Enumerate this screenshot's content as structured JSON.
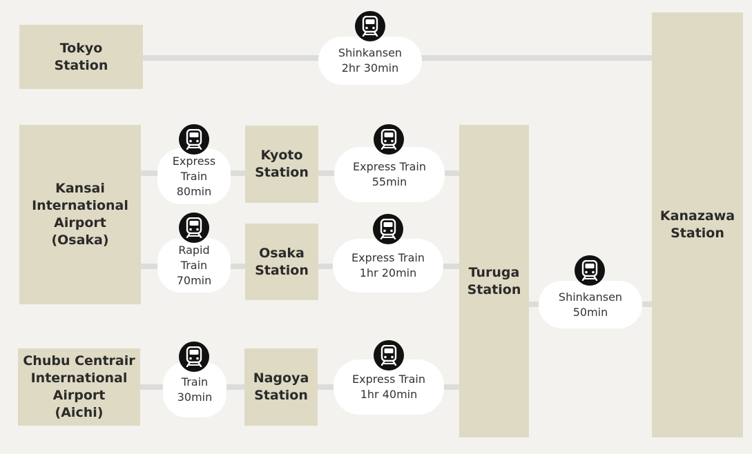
{
  "stations": {
    "tokyo": "Tokyo\nStation",
    "kansai": "Kansai\nInternational\nAirport\n(Osaka)",
    "chubu": "Chubu Centrair\nInternational\nAirport\n(Aichi)",
    "kyoto": "Kyoto\nStation",
    "osaka": "Osaka\nStation",
    "nagoya": "Nagoya\nStation",
    "turuga": "Turuga\nStation",
    "kanazawa": "Kanazawa\nStation"
  },
  "routes": {
    "tokyo_kanazawa": "Shinkansen\n2hr 30min",
    "kansai_kyoto": "Express\nTrain\n80min",
    "kyoto_turuga": "Express Train\n55min",
    "kansai_osaka": "Rapid\nTrain\n70min",
    "osaka_turuga": "Express Train\n1hr 20min",
    "chubu_nagoya": "Train\n30min",
    "nagoya_turuga": "Express Train\n1hr 40min",
    "turuga_kanazawa": "Shinkansen\n50min"
  },
  "icon": "train-icon",
  "colors": {
    "background": "#f3f2ee",
    "station": "#dfdac4",
    "route_label": "#ffffff",
    "connector": "#dcdcda",
    "icon": "#111111"
  }
}
